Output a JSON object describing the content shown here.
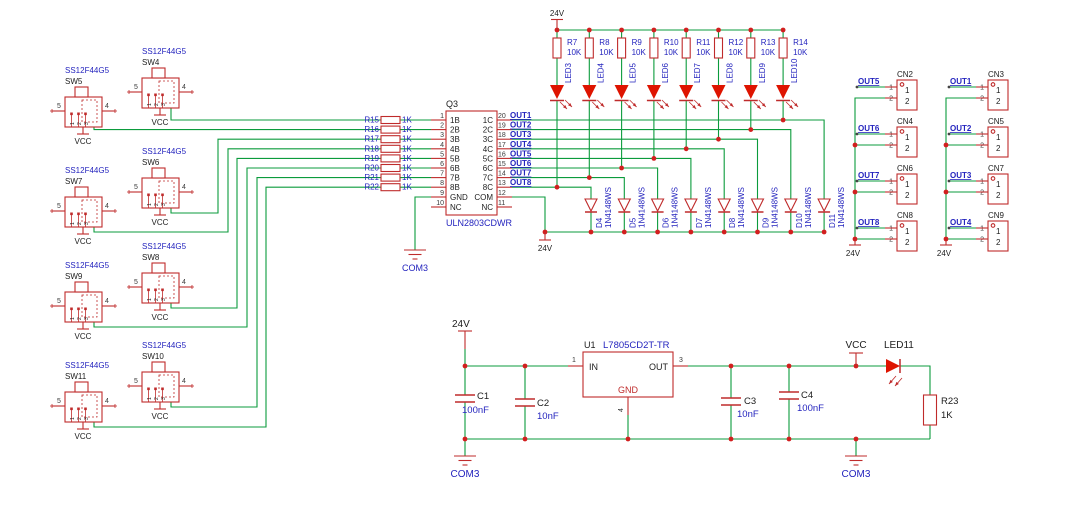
{
  "schematic": {
    "colors": {
      "wire": "#0B9B3C",
      "component": "#BF2B2B",
      "led_fill": "#DE1400",
      "junction_dot": "#D21F1F",
      "label_blue": "#2424BE",
      "text_dark": "#1C1C1C",
      "pin_gray": "#3A3A3A"
    },
    "power": {
      "v24": "24V",
      "vcc": "VCC",
      "gnd": "COM3"
    },
    "led_section": {
      "rail": "24V",
      "columns": [
        {
          "res": "R7",
          "val": "10K",
          "led": "LED3"
        },
        {
          "res": "R8",
          "val": "10K",
          "led": "LED4"
        },
        {
          "res": "R9",
          "val": "10K",
          "led": "LED5"
        },
        {
          "res": "R10",
          "val": "10K",
          "led": "LED6"
        },
        {
          "res": "R11",
          "val": "10K",
          "led": "LED7"
        },
        {
          "res": "R12",
          "val": "10K",
          "led": "LED8"
        },
        {
          "res": "R13",
          "val": "10K",
          "led": "LED9"
        },
        {
          "res": "R14",
          "val": "10K",
          "led": "LED10"
        }
      ]
    },
    "flyback_diodes": {
      "rail": "24V",
      "items": [
        {
          "ref": "D4",
          "part": "1N4148WS"
        },
        {
          "ref": "D5",
          "part": "1N4148WS"
        },
        {
          "ref": "D6",
          "part": "1N4148WS"
        },
        {
          "ref": "D7",
          "part": "1N4148WS"
        },
        {
          "ref": "D8",
          "part": "1N4148WS"
        },
        {
          "ref": "D9",
          "part": "1N4148WS"
        },
        {
          "ref": "D10",
          "part": "1N4148WS"
        },
        {
          "ref": "D11",
          "part": "1N4148WS"
        }
      ]
    },
    "driver_ic": {
      "ref": "Q3",
      "part": "ULN2803CDWR",
      "left_pins": [
        {
          "num": "1",
          "label": "1B"
        },
        {
          "num": "2",
          "label": "2B"
        },
        {
          "num": "3",
          "label": "3B"
        },
        {
          "num": "4",
          "label": "4B"
        },
        {
          "num": "5",
          "label": "5B"
        },
        {
          "num": "6",
          "label": "6B"
        },
        {
          "num": "7",
          "label": "7B"
        },
        {
          "num": "8",
          "label": "8B"
        },
        {
          "num": "9",
          "label": "GND"
        },
        {
          "num": "10",
          "label": "NC"
        }
      ],
      "right_pins": [
        {
          "num": "20",
          "label": "1C"
        },
        {
          "num": "19",
          "label": "2C"
        },
        {
          "num": "18",
          "label": "3C"
        },
        {
          "num": "17",
          "label": "4C"
        },
        {
          "num": "16",
          "label": "5C"
        },
        {
          "num": "15",
          "label": "6C"
        },
        {
          "num": "14",
          "label": "7C"
        },
        {
          "num": "13",
          "label": "8C"
        },
        {
          "num": "12",
          "label": "COM"
        },
        {
          "num": "11",
          "label": "NC"
        }
      ],
      "out_nets": [
        "OUT1",
        "OUT2",
        "OUT3",
        "OUT4",
        "OUT5",
        "OUT6",
        "OUT7",
        "OUT8"
      ],
      "gnd_net": "COM3",
      "com_net": "24V"
    },
    "input_resistors": [
      {
        "ref": "R15",
        "val": "1K"
      },
      {
        "ref": "R16",
        "val": "1K"
      },
      {
        "ref": "R17",
        "val": "1K"
      },
      {
        "ref": "R18",
        "val": "1K"
      },
      {
        "ref": "R19",
        "val": "1K"
      },
      {
        "ref": "R20",
        "val": "1K"
      },
      {
        "ref": "R21",
        "val": "1K"
      },
      {
        "ref": "R22",
        "val": "1K"
      }
    ],
    "switches": {
      "part": "SS12F44G5",
      "side_pins": [
        "5",
        "4"
      ],
      "inner_pins": [
        "1",
        "2",
        "3"
      ],
      "net": "VCC",
      "items": [
        "SW4",
        "SW5",
        "SW6",
        "SW7",
        "SW8",
        "SW9",
        "SW10",
        "SW11"
      ]
    },
    "connectors": {
      "pin_numbers": [
        "1",
        "2"
      ],
      "rail": "24V",
      "left": [
        {
          "ref": "CN2",
          "net": "OUT5"
        },
        {
          "ref": "CN4",
          "net": "OUT6"
        },
        {
          "ref": "CN6",
          "net": "OUT7"
        },
        {
          "ref": "CN8",
          "net": "OUT8"
        }
      ],
      "right": [
        {
          "ref": "CN3",
          "net": "OUT1"
        },
        {
          "ref": "CN5",
          "net": "OUT2"
        },
        {
          "ref": "CN7",
          "net": "OUT3"
        },
        {
          "ref": "CN9",
          "net": "OUT4"
        }
      ]
    },
    "psu": {
      "input": "24V",
      "regulator": {
        "ref": "U1",
        "part": "L7805CD2T-TR",
        "pins": {
          "in": {
            "num": "1",
            "label": "IN"
          },
          "out": {
            "num": "3",
            "label": "OUT"
          },
          "gnd": {
            "num": "4",
            "label": "GND"
          }
        }
      },
      "caps": [
        {
          "ref": "C1",
          "val": "100nF"
        },
        {
          "ref": "C2",
          "val": "10nF"
        },
        {
          "ref": "C3",
          "val": "10nF"
        },
        {
          "ref": "C4",
          "val": "100nF"
        }
      ],
      "output_net": "VCC",
      "indicator": {
        "led": "LED11",
        "res": {
          "ref": "R23",
          "val": "1K"
        }
      },
      "gnd": "COM3"
    }
  }
}
